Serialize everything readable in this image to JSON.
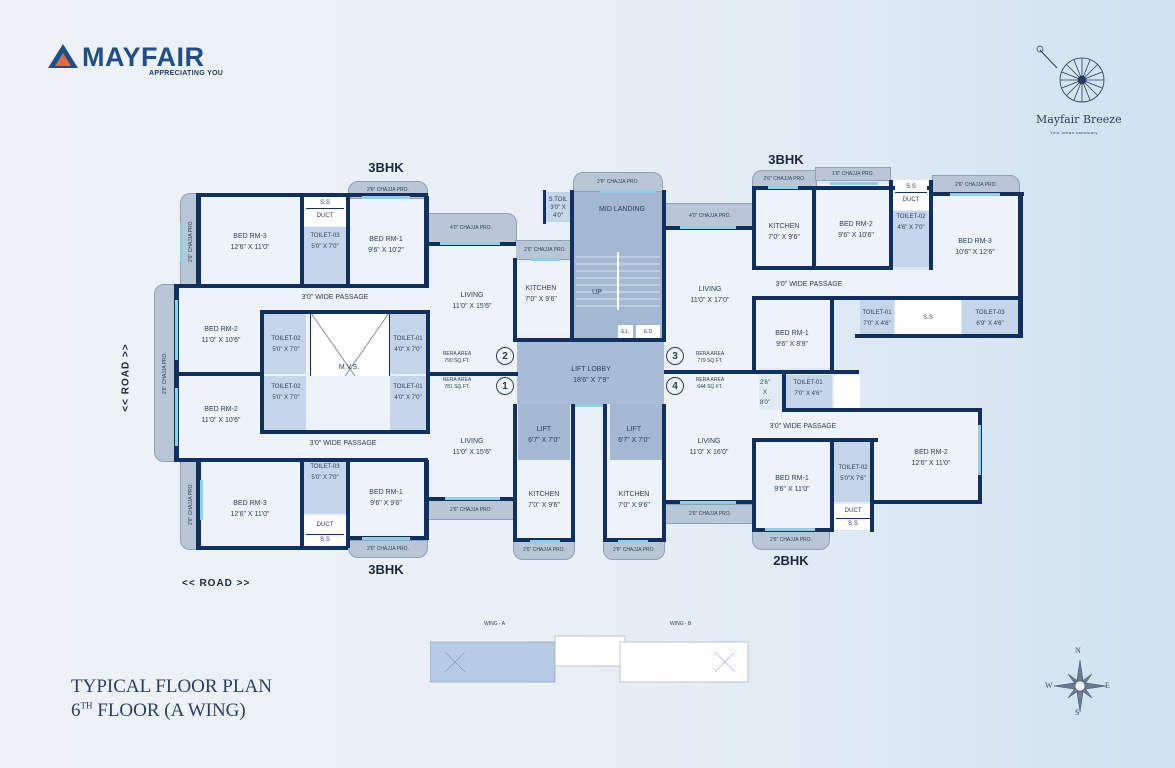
{
  "branding": {
    "logo_text": "MAYFAIR",
    "logo_tagline": "APPRECIATING YOU",
    "project_name": "Mayfair Breeze",
    "project_tagline": "Your urban sanctuary"
  },
  "title": {
    "line1": "TYPICAL FLOOR PLAN",
    "line2_prefix": "6",
    "line2_sup": "TH",
    "line2_suffix": " FLOOR (A WING)"
  },
  "road_labels": {
    "bottom": "<< ROAD >>",
    "left": "<< ROAD >>"
  },
  "units": {
    "u2_label": "3BHK",
    "u1_label": "3BHK",
    "u3_label": "3BHK",
    "u4_label": "2BHK"
  },
  "rooms": {
    "u2_bed3": {
      "name": "BED RM-3",
      "size": "12'6\" X 11'0\""
    },
    "u2_bed1": {
      "name": "BED RM-1",
      "size": "9'6\" X 10'2\""
    },
    "u2_toilet3": {
      "name": "TOILET-03",
      "size": "5'0\" X 7'0\""
    },
    "u2_bed2": {
      "name": "BED RM-2",
      "size": "11'0\" X 10'6\""
    },
    "u2_toilet2": {
      "name": "TOILET-02",
      "size": "5'0\" X 7'0\""
    },
    "u2_toilet1": {
      "name": "TOILET-01",
      "size": "4'0\" X 7'0\""
    },
    "u2_living": {
      "name": "LIVING",
      "size": "11'0\" X 15'6\""
    },
    "u2_kitchen": {
      "name": "KITCHEN",
      "size": "7'0\" X 9'6\""
    },
    "u1_bed2": {
      "name": "BED RM-2",
      "size": "11'0\" X 10'6\""
    },
    "u1_toilet2": {
      "name": "TOILET-02",
      "size": "5'0\" X 7'0\""
    },
    "u1_toilet1": {
      "name": "TOILET-01",
      "size": "4'0\" X 7'0\""
    },
    "u1_bed3": {
      "name": "BED RM-3",
      "size": "12'6\" X 11'0\""
    },
    "u1_toilet3": {
      "name": "TOILET-03",
      "size": "5'0\" X 7'0\""
    },
    "u1_bed1": {
      "name": "BED RM-1",
      "size": "9'6\" X 9'6\""
    },
    "u1_living": {
      "name": "LIVING",
      "size": "11'0\" X 15'6\""
    },
    "u1_kitchen": {
      "name": "KITCHEN",
      "size": "7'0\" X 9'6\""
    },
    "mvs": "M.V.S.",
    "stoil": {
      "name": "S.TOIL",
      "size1": "3'0\" X",
      "size2": "4'0\""
    },
    "mid_landing": "MID LANDING",
    "up": "UP",
    "el": "E.L",
    "ed": "E.D",
    "lift_lobby": {
      "name": "LIFT LOBBY",
      "size": "18'6\" X 7'9\""
    },
    "lift_a": {
      "name": "LIFT",
      "size": "6'7\" X 7'0\""
    },
    "lift_b": {
      "name": "LIFT",
      "size": "6'7\" X 7'0\""
    },
    "u3_kitchen": {
      "name": "KITCHEN",
      "size": "7'0\" X 9'6\""
    },
    "u3_bed2": {
      "name": "BED RM-2",
      "size": "9'6\" X 10'6\""
    },
    "u3_toilet2": {
      "name": "TOILET-02",
      "size": "4'6\" X 7'0\""
    },
    "u3_bed3": {
      "name": "BED RM-3",
      "size": "10'6\" X 12'6\""
    },
    "u3_living": {
      "name": "LIVING",
      "size": "11'0\" X 17'0\""
    },
    "u3_bed1": {
      "name": "BED RM-1",
      "size": "9'6\" X 8'9\""
    },
    "u3_toilet1": {
      "name": "TOILET-01",
      "size": "7'0\" X 4'6\""
    },
    "u3_toilet3": {
      "name": "TOILET-03",
      "size": "6'9\" X 4'6\""
    },
    "u4_living": {
      "name": "LIVING",
      "size": "11'0\" X 16'0\""
    },
    "u4_kitchen": {
      "name": "KITCHEN",
      "size": "7'0\" X 9'6\""
    },
    "u4_store": {
      "l1": "2'6\"",
      "l2": "X",
      "l3": "8'0\""
    },
    "u4_toilet1": {
      "name": "TOILET-01",
      "size": "7'0\" X 4'6\""
    },
    "u4_bed1": {
      "name": "BED RM-1",
      "size": "9'6\" X 11'0\""
    },
    "u4_toilet2": {
      "name": "TOILET-02",
      "size": "5'0\"X 7'6\""
    },
    "u4_bed2": {
      "name": "BED RM-2",
      "size": "12'6\" X 11'0\""
    }
  },
  "passages": {
    "left_top": "3'0\" WIDE PASSAGE",
    "left_bottom": "3'0\" WIDE PASSAGE",
    "right_top": "3'0\" WIDE PASSAGE",
    "right_bottom": "3'0\" WIDE PASSAGE"
  },
  "chajjas": {
    "c26": "2'6\" CHAJJA PRO.",
    "c40": "4'0\" CHAJJA PRO.",
    "c16": "1'6\" CHAJJA PRO."
  },
  "misc": {
    "ss": "S.S",
    "duct": "DUCT"
  },
  "rera": {
    "flat2": {
      "label": "RERA AREA",
      "value": "790 SQ.FT."
    },
    "flat1": {
      "label": "RERA AREA",
      "value": "781 SQ.FT."
    },
    "flat3": {
      "label": "RERA AREA",
      "value": "779 SQ.FT."
    },
    "flat4": {
      "label": "RERA AREA",
      "value": "644 SQ.FT."
    }
  },
  "flat_numbers": {
    "f1": "1",
    "f2": "2",
    "f3": "3",
    "f4": "4"
  },
  "key_plan": {
    "wing_a": "WING - A",
    "wing_b": "WING - B"
  },
  "compass": {
    "n": "N",
    "s": "S",
    "e": "E",
    "w": "W"
  },
  "colors": {
    "wall": "#10305f",
    "room": "#eef3fa",
    "toilet": "#c5d5ea",
    "chajja": "#b9c6d6",
    "window": "#8fd0e6",
    "brand": "#1f4f8b"
  }
}
